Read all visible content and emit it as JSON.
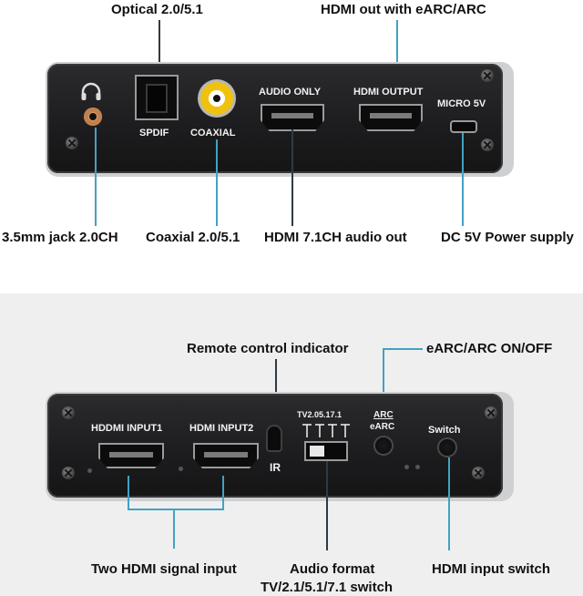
{
  "top": {
    "callouts": {
      "optical": "Optical 2.0/5.1",
      "hdmi_earc": "HDMI out with eARC/ARC",
      "jack": "3.5mm jack 2.0CH",
      "coaxial": "Coaxial 2.0/5.1",
      "hdmi71": "HDMI 7.1CH audio out",
      "dc5v": "DC 5V Power supply"
    },
    "silk": {
      "spdif": "SPDIF",
      "coaxial": "COAXIAL",
      "audio_only": "AUDIO ONLY",
      "hdmi_output": "HDMI OUTPUT",
      "micro5v": "MICRO 5V"
    }
  },
  "bottom": {
    "callouts": {
      "remote": "Remote control indicator",
      "earc_toggle": "eARC/ARC ON/OFF",
      "two_hdmi": "Two HDMI signal input",
      "audio_format_1": "Audio format",
      "audio_format_2": "TV/2.1/5.1/7.1 switch",
      "input_switch": "HDMI input switch"
    },
    "silk": {
      "input1": "HDDMI INPUT1",
      "input2": "HDMI INPUT2",
      "ir": "IR",
      "tv_modes": "TV2.05.17.1",
      "arc": "ARC",
      "earc": "eARC",
      "switch": "Switch"
    }
  },
  "colors": {
    "callout_line_blue": "#43a1c4",
    "callout_line_dark": "#2f3a44",
    "device_body": "#1c1c1e",
    "rca_yellow": "#f0c20f"
  }
}
